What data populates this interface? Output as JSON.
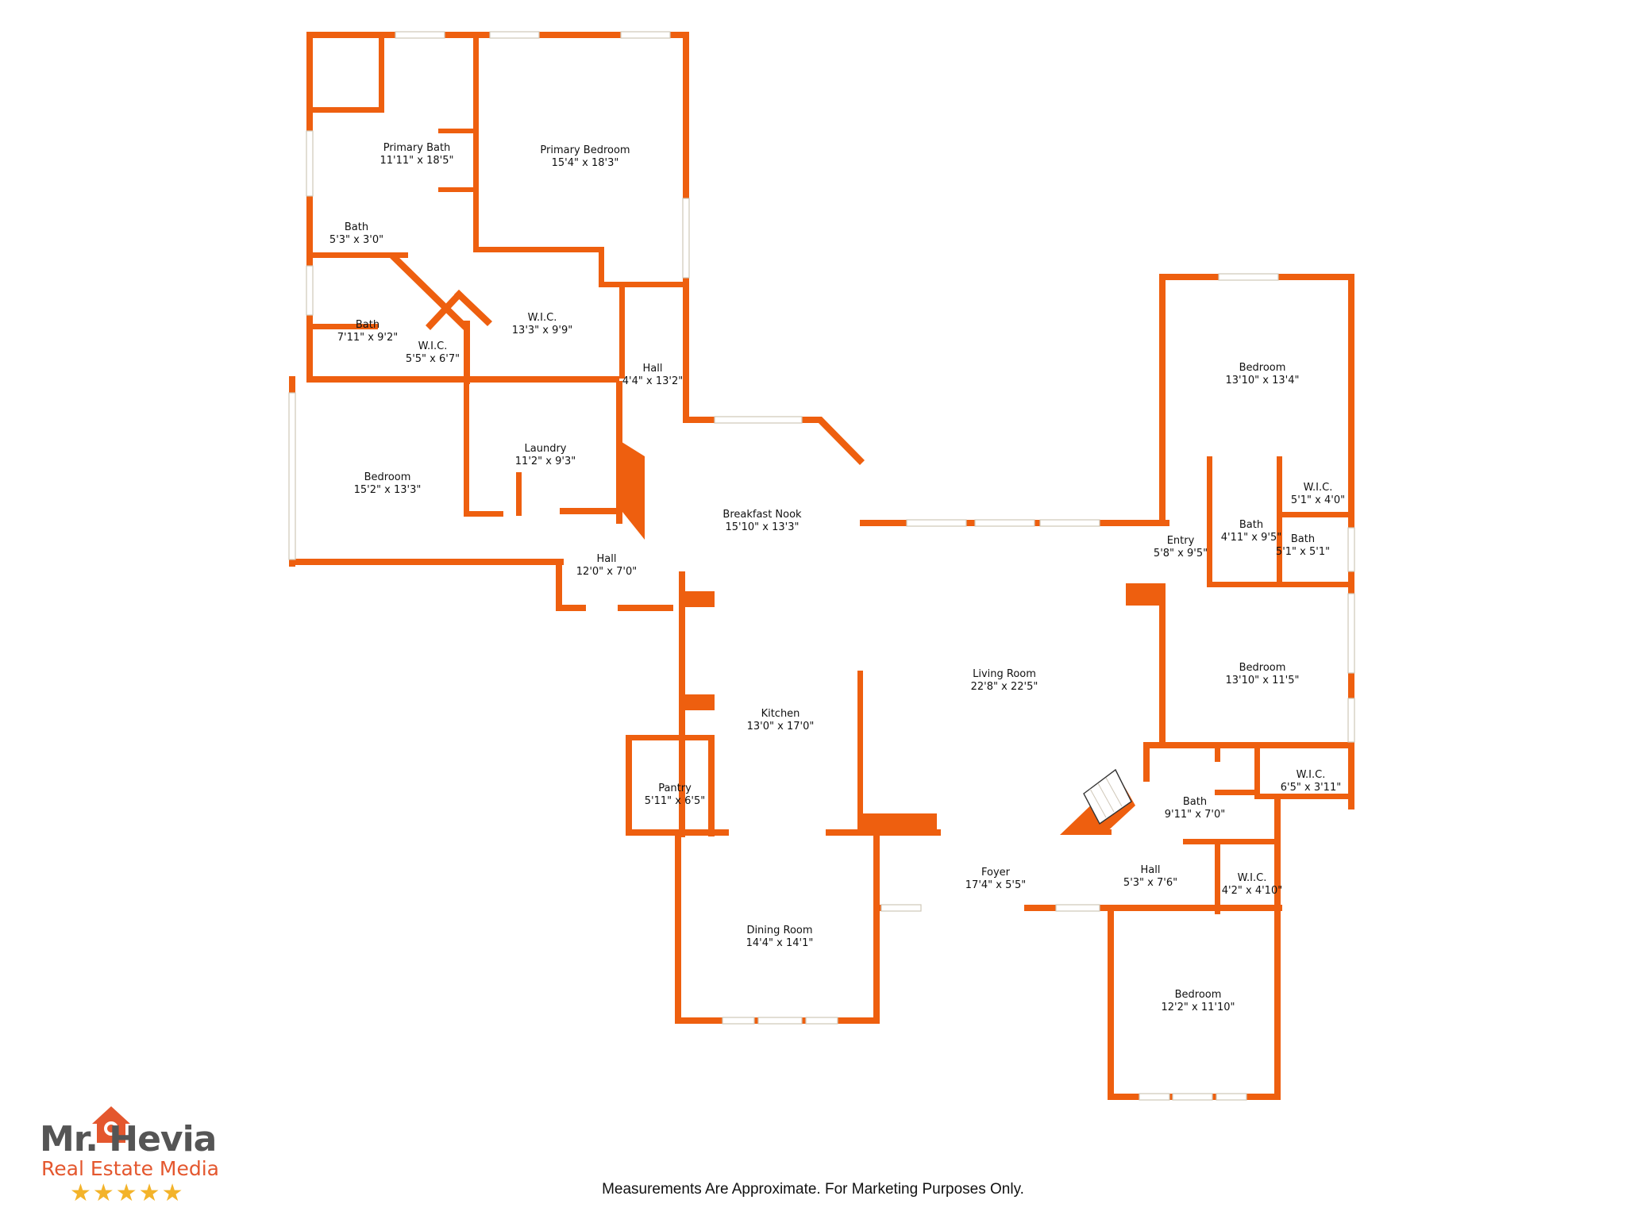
{
  "colors": {
    "wall": "#ee5f0f",
    "window": "#cfc7b8",
    "text": "#111111",
    "brand_orange": "#e4572e",
    "brand_gray": "#555555",
    "stars": "#f3b32a"
  },
  "rooms": [
    {
      "id": "primary-bath",
      "name": "Primary Bath",
      "dim": "11'11\" x 18'5\""
    },
    {
      "id": "primary-bedroom",
      "name": "Primary Bedroom",
      "dim": "15'4\" x 18'3\""
    },
    {
      "id": "bath-small",
      "name": "Bath",
      "dim": "5'3\" x 3'0\""
    },
    {
      "id": "bath-left",
      "name": "Bath",
      "dim": "7'11\" x 9'2\""
    },
    {
      "id": "wic-small",
      "name": "W.I.C.",
      "dim": "5'5\" x 6'7\""
    },
    {
      "id": "wic-primary",
      "name": "W.I.C.",
      "dim": "13'3\" x 9'9\""
    },
    {
      "id": "hall-north",
      "name": "Hall",
      "dim": "4'4\" x 13'2\""
    },
    {
      "id": "bedroom-west",
      "name": "Bedroom",
      "dim": "15'2\" x 13'3\""
    },
    {
      "id": "laundry",
      "name": "Laundry",
      "dim": "11'2\" x 9'3\""
    },
    {
      "id": "hall-west",
      "name": "Hall",
      "dim": "12'0\" x 7'0\""
    },
    {
      "id": "breakfast-nook",
      "name": "Breakfast Nook",
      "dim": "15'10\" x 13'3\""
    },
    {
      "id": "kitchen",
      "name": "Kitchen",
      "dim": "13'0\" x 17'0\""
    },
    {
      "id": "pantry",
      "name": "Pantry",
      "dim": "5'11\" x 6'5\""
    },
    {
      "id": "dining-room",
      "name": "Dining Room",
      "dim": "14'4\" x 14'1\""
    },
    {
      "id": "living-room",
      "name": "Living Room",
      "dim": "22'8\" x 22'5\""
    },
    {
      "id": "foyer",
      "name": "Foyer",
      "dim": "17'4\" x 5'5\""
    },
    {
      "id": "bedroom-ne",
      "name": "Bedroom",
      "dim": "13'10\" x 13'4\""
    },
    {
      "id": "entry",
      "name": "Entry",
      "dim": "5'8\" x 9'5\""
    },
    {
      "id": "bath-ne",
      "name": "Bath",
      "dim": "4'11\" x 9'5\""
    },
    {
      "id": "wic-ne",
      "name": "W.I.C.",
      "dim": "5'1\" x 4'0\""
    },
    {
      "id": "bath-ne-small",
      "name": "Bath",
      "dim": "5'1\" x 5'1\""
    },
    {
      "id": "bedroom-east",
      "name": "Bedroom",
      "dim": "13'10\" x 11'5\""
    },
    {
      "id": "wic-east",
      "name": "W.I.C.",
      "dim": "6'5\" x 3'11\""
    },
    {
      "id": "bath-se",
      "name": "Bath",
      "dim": "9'11\" x 7'0\""
    },
    {
      "id": "hall-se",
      "name": "Hall",
      "dim": "5'3\" x 7'6\""
    },
    {
      "id": "wic-se",
      "name": "W.I.C.",
      "dim": "4'2\" x 4'10\""
    },
    {
      "id": "bedroom-se",
      "name": "Bedroom",
      "dim": "12'2\" x 11'10\""
    }
  ],
  "logo": {
    "title": "Mr. Hevia",
    "subtitle": "Real Estate Media",
    "stars": "★★★★★"
  },
  "disclaimer": "Measurements Are Approximate. For Marketing Purposes Only."
}
